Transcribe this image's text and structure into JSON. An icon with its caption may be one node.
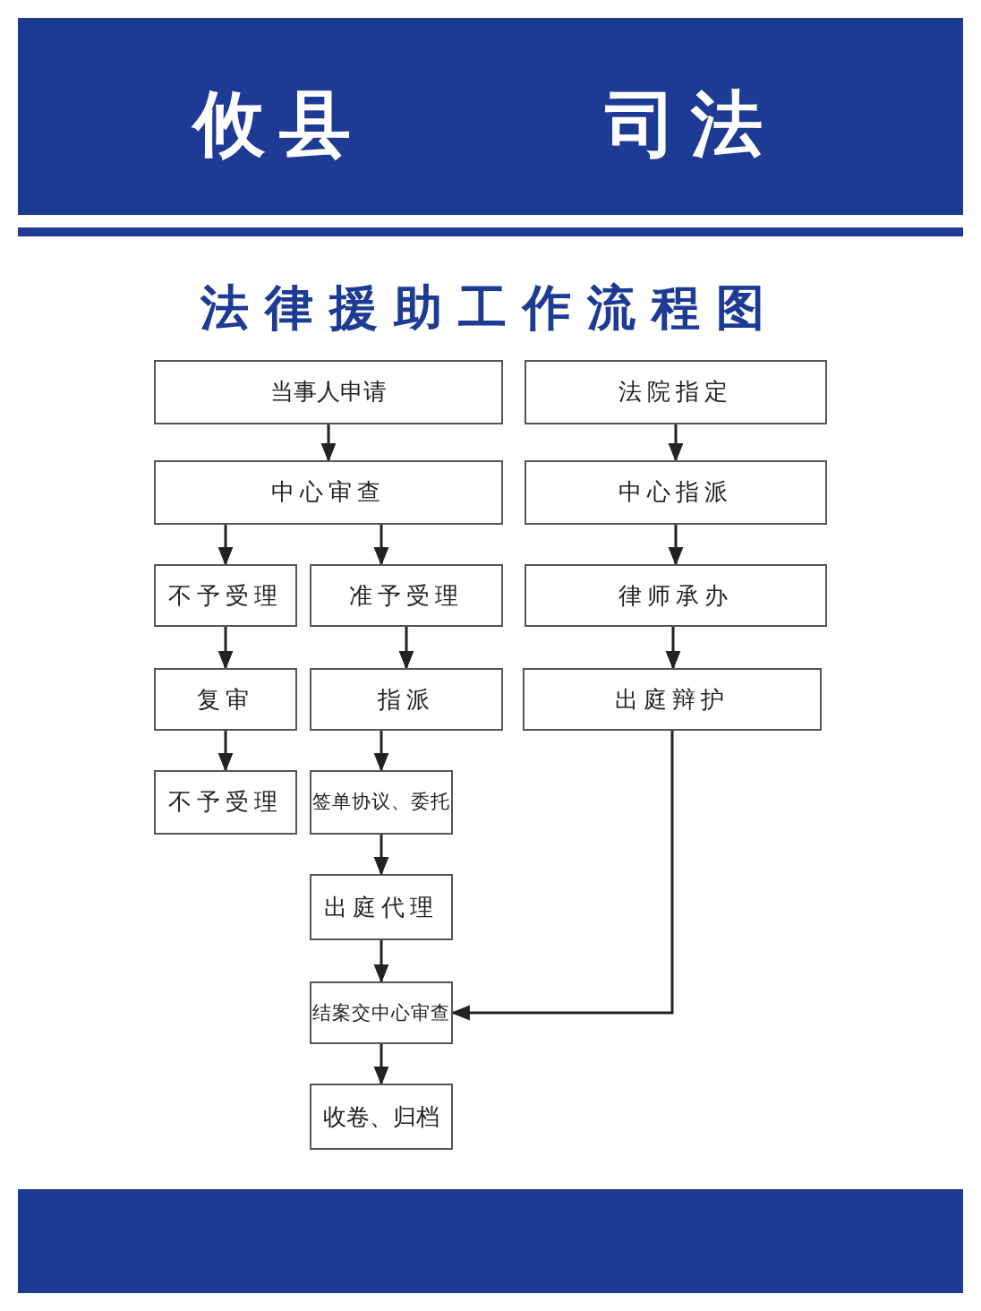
{
  "diagram": {
    "title": "法律援助工作流程图",
    "nodes": [
      {
        "text": [
          "当事人申请"
        ]
      },
      {
        "text": [
          "中心审查"
        ]
      },
      {
        "text": [
          "不予受理"
        ]
      },
      {
        "text": [
          "准予受理"
        ]
      },
      {
        "text": [
          "复审"
        ]
      },
      {
        "text": [
          "指派"
        ]
      },
      {
        "text": [
          "不予受理"
        ]
      },
      {
        "text": [
          "签单协议、委托"
        ]
      },
      {
        "text": [
          "出庭代理"
        ]
      },
      {
        "text": [
          "结案交中心审查"
        ]
      },
      {
        "text": [
          "收卷、归档"
        ]
      },
      {
        "text": [
          "法院指定"
        ]
      },
      {
        "text": [
          "中心指派"
        ]
      },
      {
        "text": [
          "律师承办"
        ]
      },
      {
        "text": [
          "出庭辩护"
        ]
      }
    ],
    "edges": [
      {
        "from": 0,
        "to": 1,
        "arrow": "to"
      },
      {
        "from": 1,
        "to": 2,
        "arrow": "to"
      },
      {
        "from": 1,
        "to": 3,
        "arrow": "to"
      },
      {
        "from": 2,
        "to": 4,
        "arrow": "to"
      },
      {
        "from": 4,
        "to": 6,
        "arrow": "to"
      },
      {
        "from": 3,
        "to": 5,
        "arrow": "to"
      },
      {
        "from": 5,
        "to": 7,
        "arrow": "to"
      },
      {
        "from": 7,
        "to": 8,
        "arrow": "to"
      },
      {
        "from": 8,
        "to": 9,
        "arrow": "to"
      },
      {
        "from": 9,
        "to": 10,
        "arrow": "to"
      },
      {
        "from": 11,
        "to": 12,
        "arrow": "to"
      },
      {
        "from": 12,
        "to": 13,
        "arrow": "to"
      },
      {
        "from": 13,
        "to": 14,
        "arrow": "to"
      },
      {
        "from": 14,
        "to": 9,
        "arrow": "to"
      }
    ],
    "labels": [
      "攸县",
      "司法"
    ]
  }
}
